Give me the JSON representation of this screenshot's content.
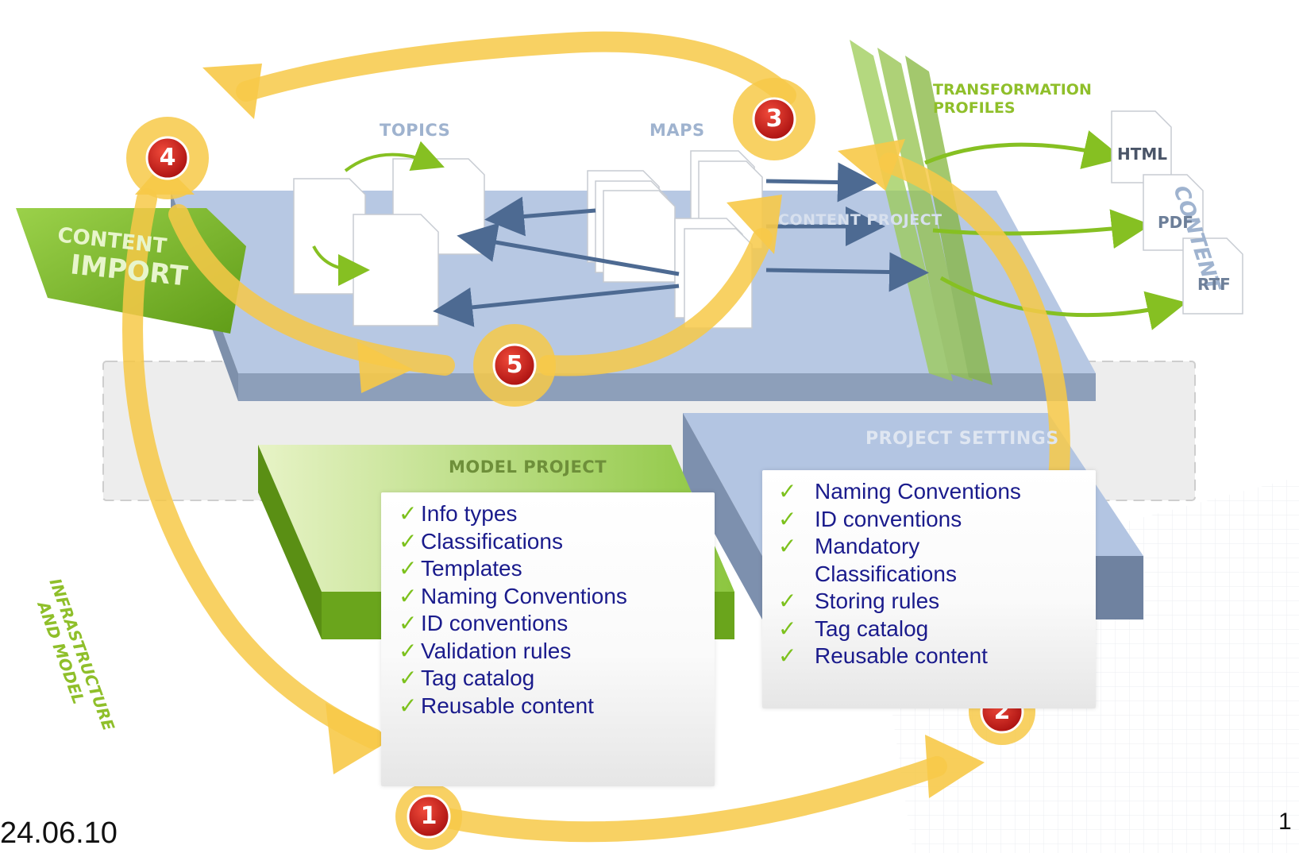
{
  "labels": {
    "topics": "TOPICS",
    "maps": "MAPS",
    "transformation_profiles": [
      "TRANSFORMATION",
      "PROFILES"
    ],
    "content_side": "CONTENT",
    "content_import": [
      "CONTENT",
      "IMPORT"
    ],
    "content_project": "CONTENT PROJECT",
    "project_settings": "PROJECT SETTINGS",
    "model_project": "MODEL PROJECT",
    "infrastructure_model": [
      "INFRASTRUCTURE",
      "AND MODEL"
    ]
  },
  "outputs": [
    "HTML",
    "PDF",
    "RTF"
  ],
  "steps": [
    "1",
    "2",
    "3",
    "4",
    "5"
  ],
  "model_project_list": [
    "Info types",
    "Classifications",
    "Templates",
    "Naming Conventions",
    "ID conventions",
    "Validation rules",
    "Tag catalog",
    "Reusable content"
  ],
  "project_settings_list": [
    "Naming Conventions",
    "ID conventions",
    "Mandatory",
    "Classifications",
    "Storing rules",
    "Tag catalog",
    "Reusable content"
  ],
  "footer": {
    "date": "24.06.10",
    "page": "1"
  },
  "colors": {
    "arrow_yellow": "#f7c948",
    "badge_red": "#cc1f1f",
    "platform_blue": "#a9bedc",
    "green": "#86c022",
    "checklist_text": "#1a1b8c"
  }
}
